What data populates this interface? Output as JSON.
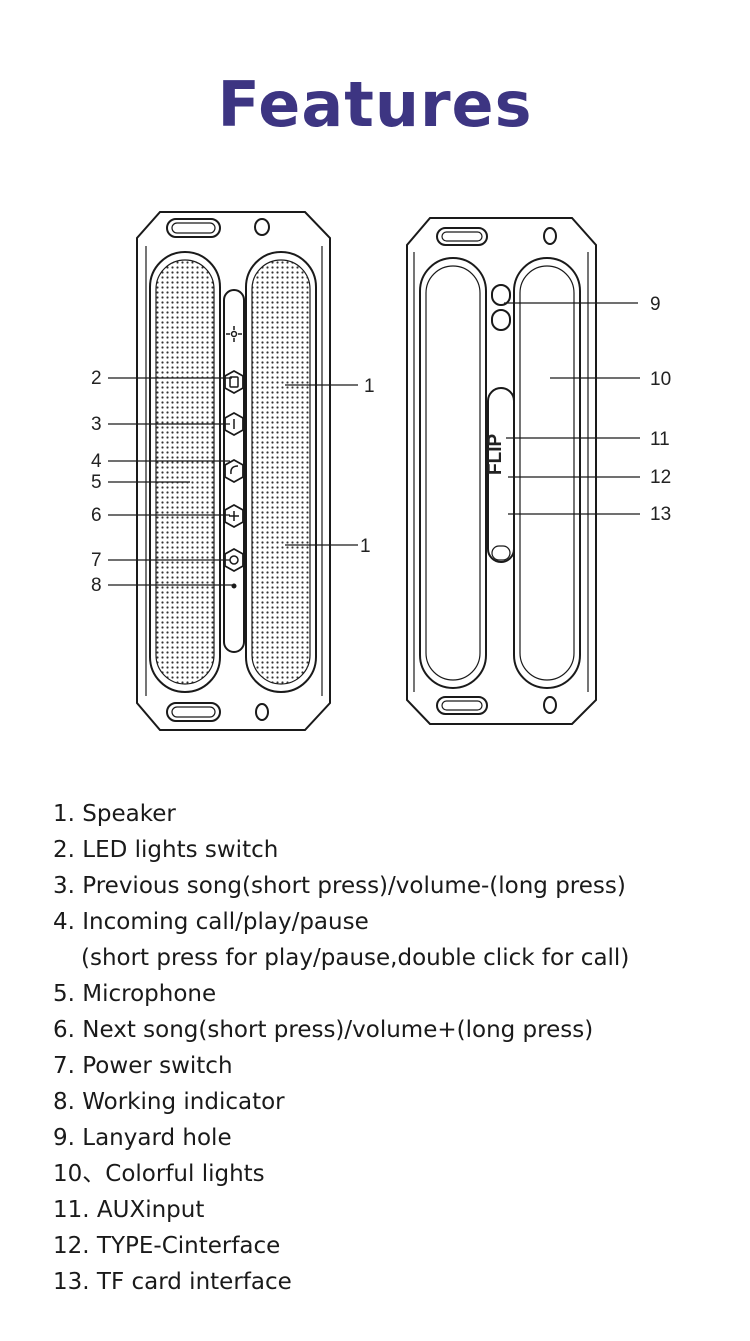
{
  "title": "Features",
  "callouts": {
    "c1a": "1",
    "c1b": "1",
    "c2": "2",
    "c3": "3",
    "c4": "4",
    "c5": "5",
    "c6": "6",
    "c7": "7",
    "c8": "8",
    "c9": "9",
    "c10": "10",
    "c11": "11",
    "c12": "12",
    "c13": "13"
  },
  "port_label": "FLIP",
  "features": [
    "1. Speaker",
    "2. LED lights switch",
    "3. Previous song(short press)/volume-(long press)",
    "4. Incoming call/play/pause",
    "(short press for play/pause,double click for call)",
    "5. Microphone",
    "6. Next song(short press)/volume+(long press)",
    "7. Power switch",
    "8. Working indicator",
    "9. Lanyard hole",
    "10、Colorful lights",
    "11. AUXinput",
    "12. TYPE-Cinterface",
    "13. TF card interface"
  ]
}
